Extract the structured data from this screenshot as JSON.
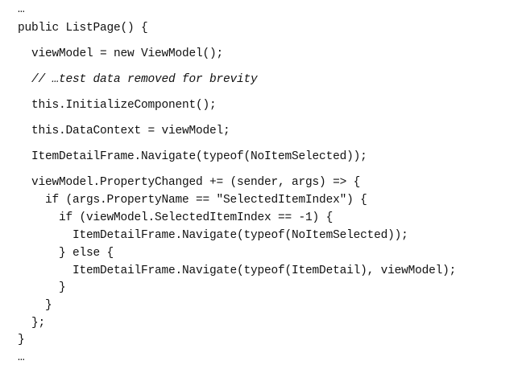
{
  "code": {
    "lines": [
      {
        "text": "…",
        "style": "normal"
      },
      {
        "text": "public ListPage() {",
        "style": "normal"
      },
      {
        "text": "  viewModel = new ViewModel();",
        "style": "normal"
      },
      {
        "text": "  // …test data removed for brevity",
        "style": "comment"
      },
      {
        "text": "  this.InitializeComponent();",
        "style": "normal"
      },
      {
        "text": "  this.DataContext = viewModel;",
        "style": "normal"
      },
      {
        "text": "  ItemDetailFrame.Navigate(typeof(NoItemSelected));",
        "style": "normal"
      },
      {
        "text": "  viewModel.PropertyChanged += (sender, args) => {",
        "style": "normal"
      },
      {
        "text": "    if (args.PropertyName == \"SelectedItemIndex\") {",
        "style": "normal"
      },
      {
        "text": "      if (viewModel.SelectedItemIndex == -1) {",
        "style": "normal"
      },
      {
        "text": "        ItemDetailFrame.Navigate(typeof(NoItemSelected));",
        "style": "normal"
      },
      {
        "text": "      } else {",
        "style": "normal"
      },
      {
        "text": "        ItemDetailFrame.Navigate(typeof(ItemDetail), viewModel);",
        "style": "normal"
      },
      {
        "text": "      }",
        "style": "normal"
      },
      {
        "text": "    }",
        "style": "normal"
      },
      {
        "text": "  };",
        "style": "normal"
      },
      {
        "text": "}",
        "style": "normal"
      },
      {
        "text": "…",
        "style": "normal"
      }
    ]
  }
}
